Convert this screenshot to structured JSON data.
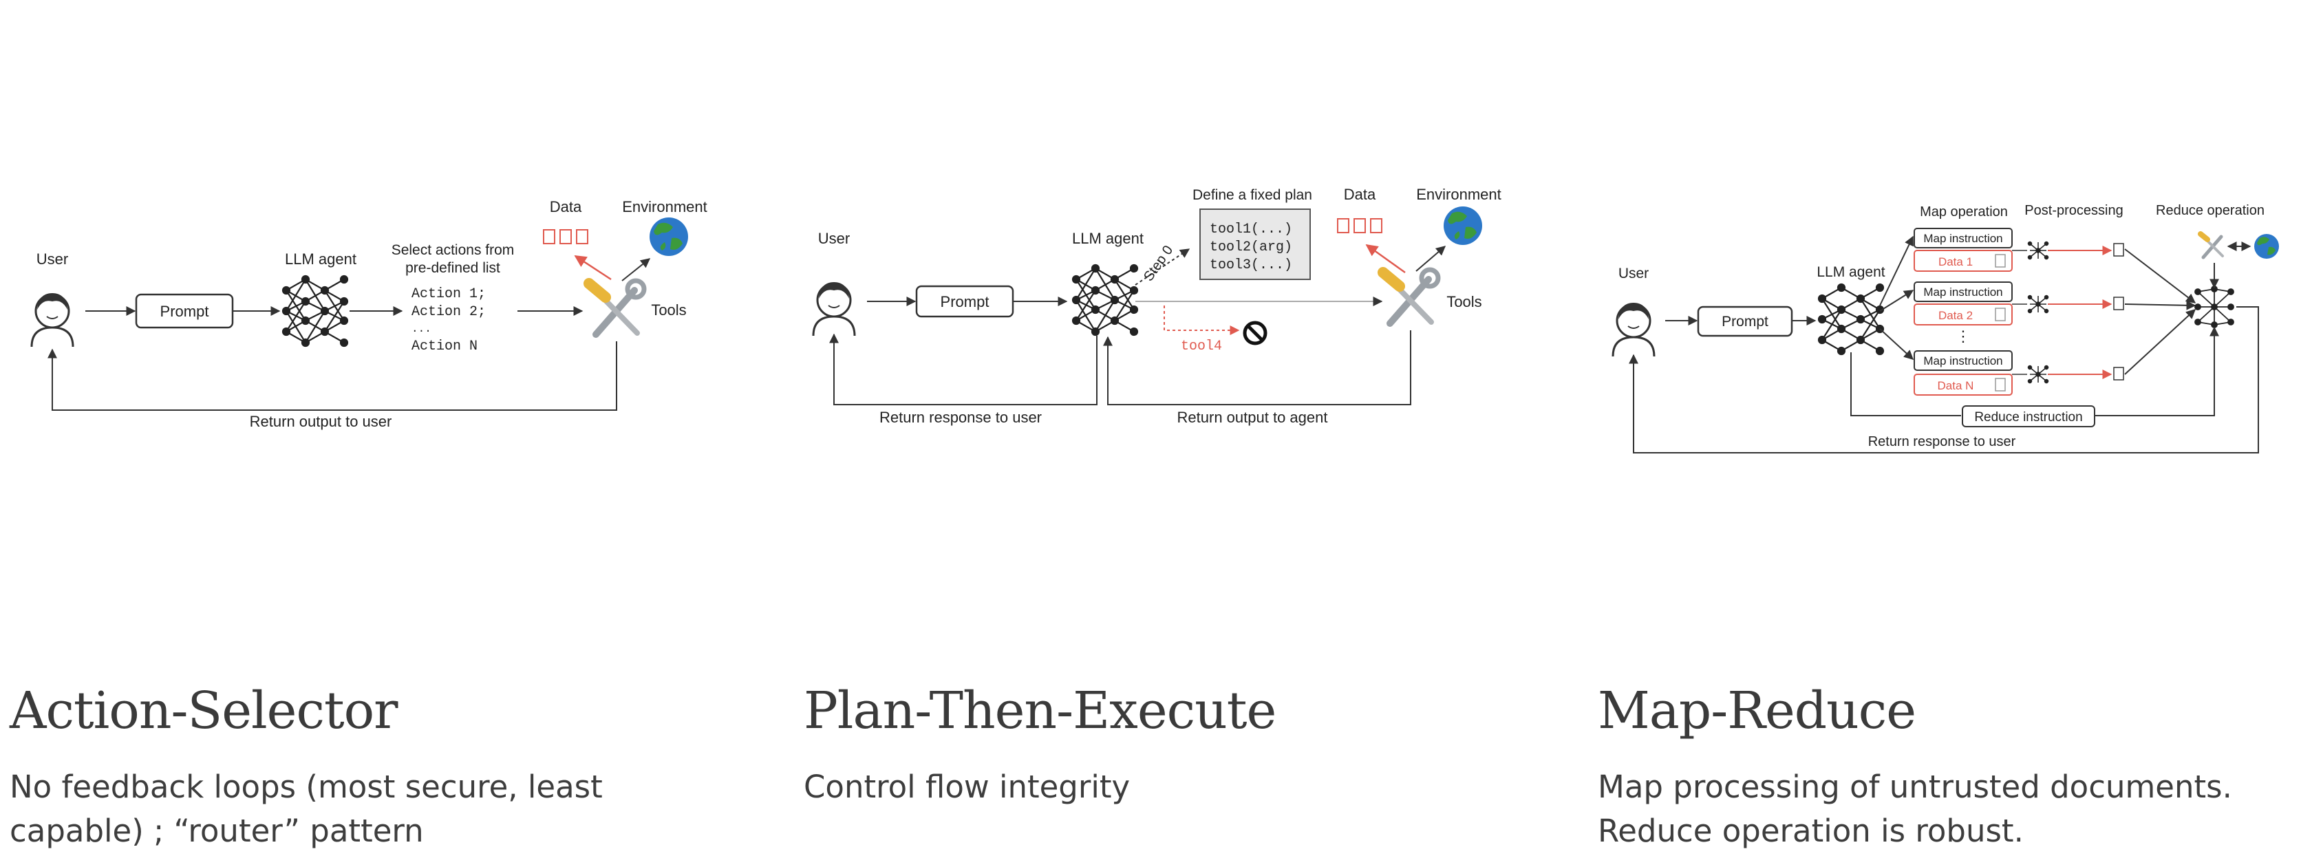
{
  "panels": [
    {
      "title": "Action-Selector",
      "description": "No feedback loops (most secure, least capable) ; “router” pattern",
      "diagram": {
        "user": "User",
        "prompt": "Prompt",
        "agent": "LLM agent",
        "select_label_1": "Select actions from",
        "select_label_2": "pre-defined list",
        "actions": [
          "Action 1;",
          "Action 2;",
          "...",
          "Action N"
        ],
        "data": "Data",
        "environment": "Environment",
        "tools": "Tools",
        "return": "Return output to user"
      }
    },
    {
      "title": "Plan-Then-Execute",
      "description": "Control flow integrity",
      "diagram": {
        "user": "User",
        "prompt": "Prompt",
        "agent": "LLM agent",
        "plan_label": "Define a fixed plan",
        "plan": [
          "tool1(...)",
          "tool2(arg)",
          "tool3(...)"
        ],
        "step": "Step 0",
        "blocked_tool": "tool4",
        "data": "Data",
        "environment": "Environment",
        "tools": "Tools",
        "return_user": "Return response to user",
        "return_agent": "Return output to agent"
      }
    },
    {
      "title": "Map-Reduce",
      "description": "Map processing of untrusted documents. Reduce operation is robust.",
      "diagram": {
        "user": "User",
        "prompt": "Prompt",
        "agent": "LLM agent",
        "map_operation": "Map operation",
        "post_processing": "Post-processing",
        "reduce_operation": "Reduce operation",
        "map_instruction": "Map instruction",
        "data_items": [
          "Data 1",
          "Data 2",
          "Data N"
        ],
        "ellipsis": "⋮",
        "reduce_instruction": "Reduce instruction",
        "return": "Return response to user"
      }
    }
  ],
  "colors": {
    "accent_red": "#e05a4f",
    "globe_blue": "#2c78c8",
    "globe_green": "#3c9a3c",
    "wrench_yellow": "#e8b53a"
  }
}
